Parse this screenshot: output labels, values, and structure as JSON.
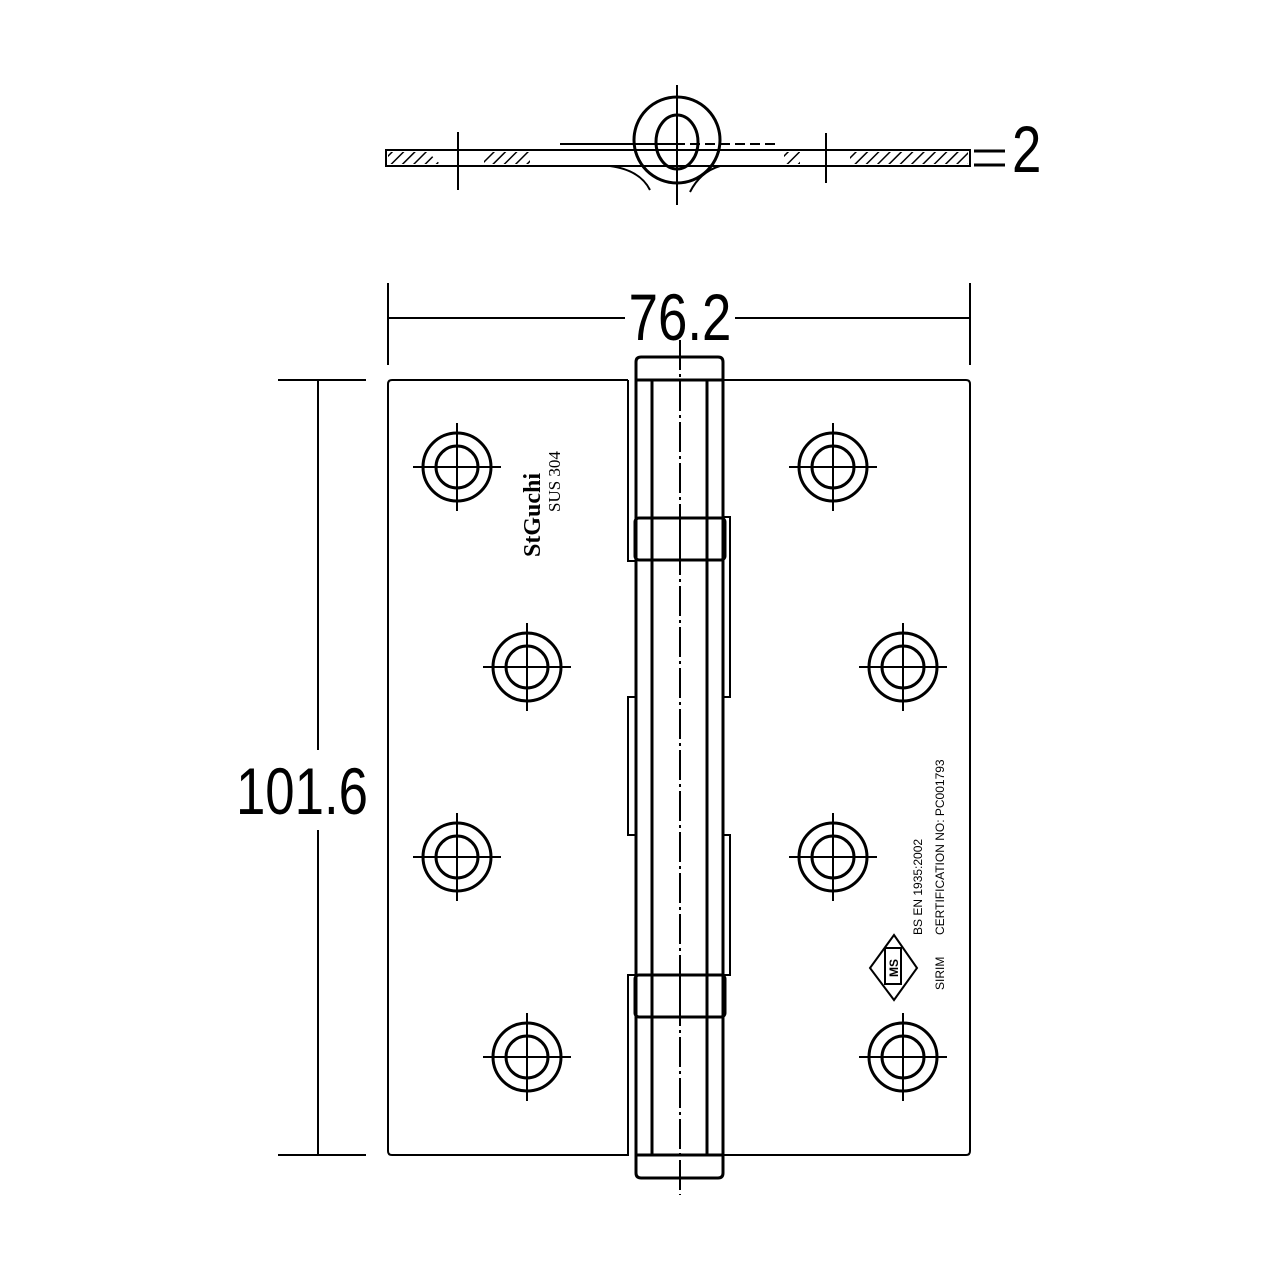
{
  "dimensions": {
    "width": "76.2",
    "height": "101.6",
    "thickness": "2"
  },
  "marking": {
    "brand": "StGuchi",
    "material": "SUS 304"
  },
  "certification": {
    "standard": "BS EN 1935:2002",
    "cert_no": "CERTIFICATION NO: PC001793",
    "body": "SIRIM",
    "logo_text": "MS"
  }
}
